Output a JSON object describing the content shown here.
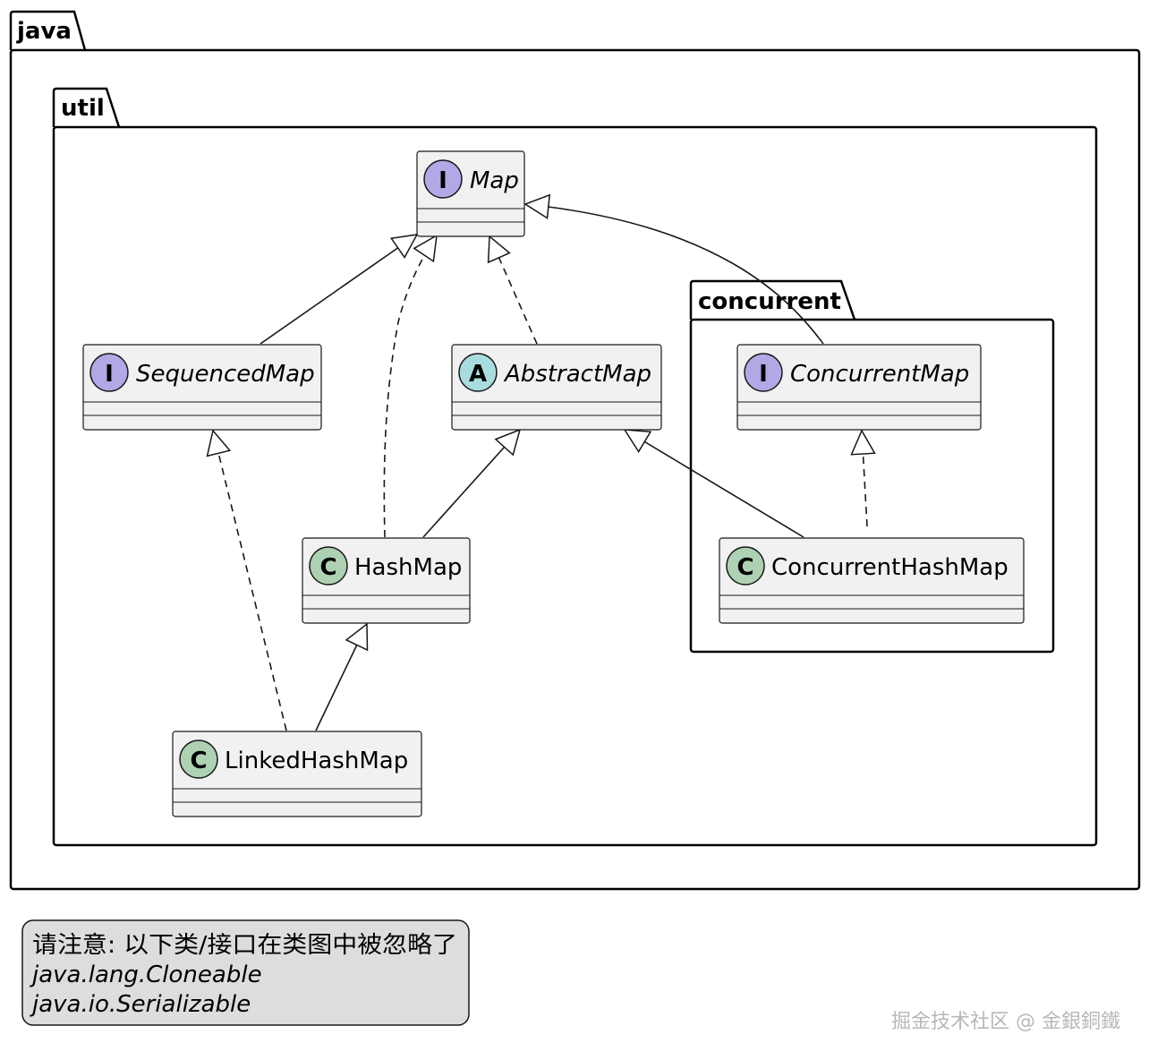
{
  "packages": {
    "java": "java",
    "util": "util",
    "concurrent": "concurrent"
  },
  "classes": {
    "map": {
      "kind": "interface",
      "stereo": "I",
      "name": "Map"
    },
    "sequenced_map": {
      "kind": "interface",
      "stereo": "I",
      "name": "SequencedMap"
    },
    "abstract_map": {
      "kind": "abstract",
      "stereo": "A",
      "name": "AbstractMap"
    },
    "concurrent_map": {
      "kind": "interface",
      "stereo": "I",
      "name": "ConcurrentMap"
    },
    "hash_map": {
      "kind": "class",
      "stereo": "C",
      "name": "HashMap"
    },
    "concurrent_hash_map": {
      "kind": "class",
      "stereo": "C",
      "name": "ConcurrentHashMap"
    },
    "linked_hash_map": {
      "kind": "class",
      "stereo": "C",
      "name": "LinkedHashMap"
    }
  },
  "relations": [
    {
      "from": "SequencedMap",
      "to": "Map",
      "type": "extends"
    },
    {
      "from": "HashMap",
      "to": "Map",
      "type": "implements"
    },
    {
      "from": "AbstractMap",
      "to": "Map",
      "type": "implements"
    },
    {
      "from": "ConcurrentMap",
      "to": "Map",
      "type": "extends"
    },
    {
      "from": "HashMap",
      "to": "AbstractMap",
      "type": "extends"
    },
    {
      "from": "ConcurrentHashMap",
      "to": "AbstractMap",
      "type": "extends"
    },
    {
      "from": "ConcurrentHashMap",
      "to": "ConcurrentMap",
      "type": "implements"
    },
    {
      "from": "LinkedHashMap",
      "to": "SequencedMap",
      "type": "implements"
    },
    {
      "from": "LinkedHashMap",
      "to": "HashMap",
      "type": "extends"
    }
  ],
  "note": {
    "line1": "请注意: 以下类/接口在类图中被忽略了",
    "line2": "java.lang.Cloneable",
    "line3": "java.io.Serializable"
  },
  "watermark": "掘金技术社区 @ 金銀銅鐵",
  "colors": {
    "interface_circle": "#b4a7e5",
    "abstract_circle": "#a9dcdf",
    "class_circle": "#add1b2",
    "class_fill": "#f1f1f1",
    "note_fill": "#dddddd"
  }
}
